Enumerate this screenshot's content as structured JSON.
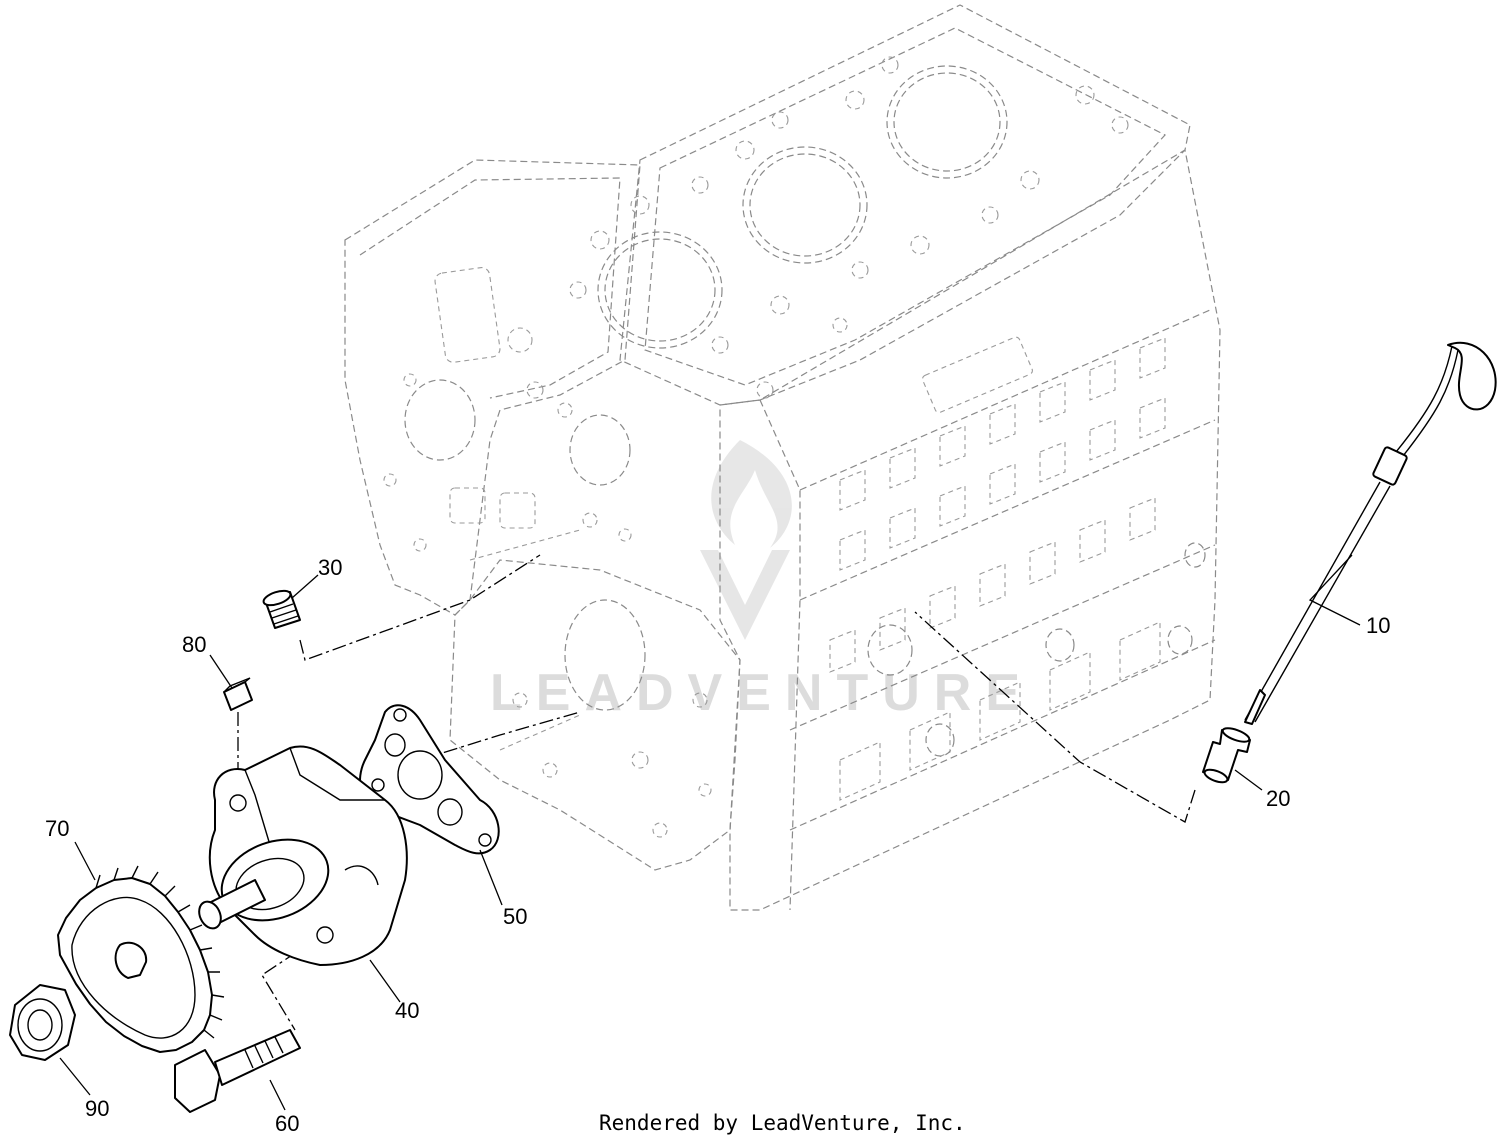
{
  "diagram": {
    "callouts": [
      {
        "id": "10",
        "text": "10"
      },
      {
        "id": "20",
        "text": "20"
      },
      {
        "id": "30",
        "text": "30"
      },
      {
        "id": "40",
        "text": "40"
      },
      {
        "id": "50",
        "text": "50"
      },
      {
        "id": "60",
        "text": "60"
      },
      {
        "id": "70",
        "text": "70"
      },
      {
        "id": "80",
        "text": "80"
      },
      {
        "id": "90",
        "text": "90"
      }
    ],
    "watermark": "LEADVENTURE",
    "credit": "Rendered by LeadVenture, Inc."
  }
}
